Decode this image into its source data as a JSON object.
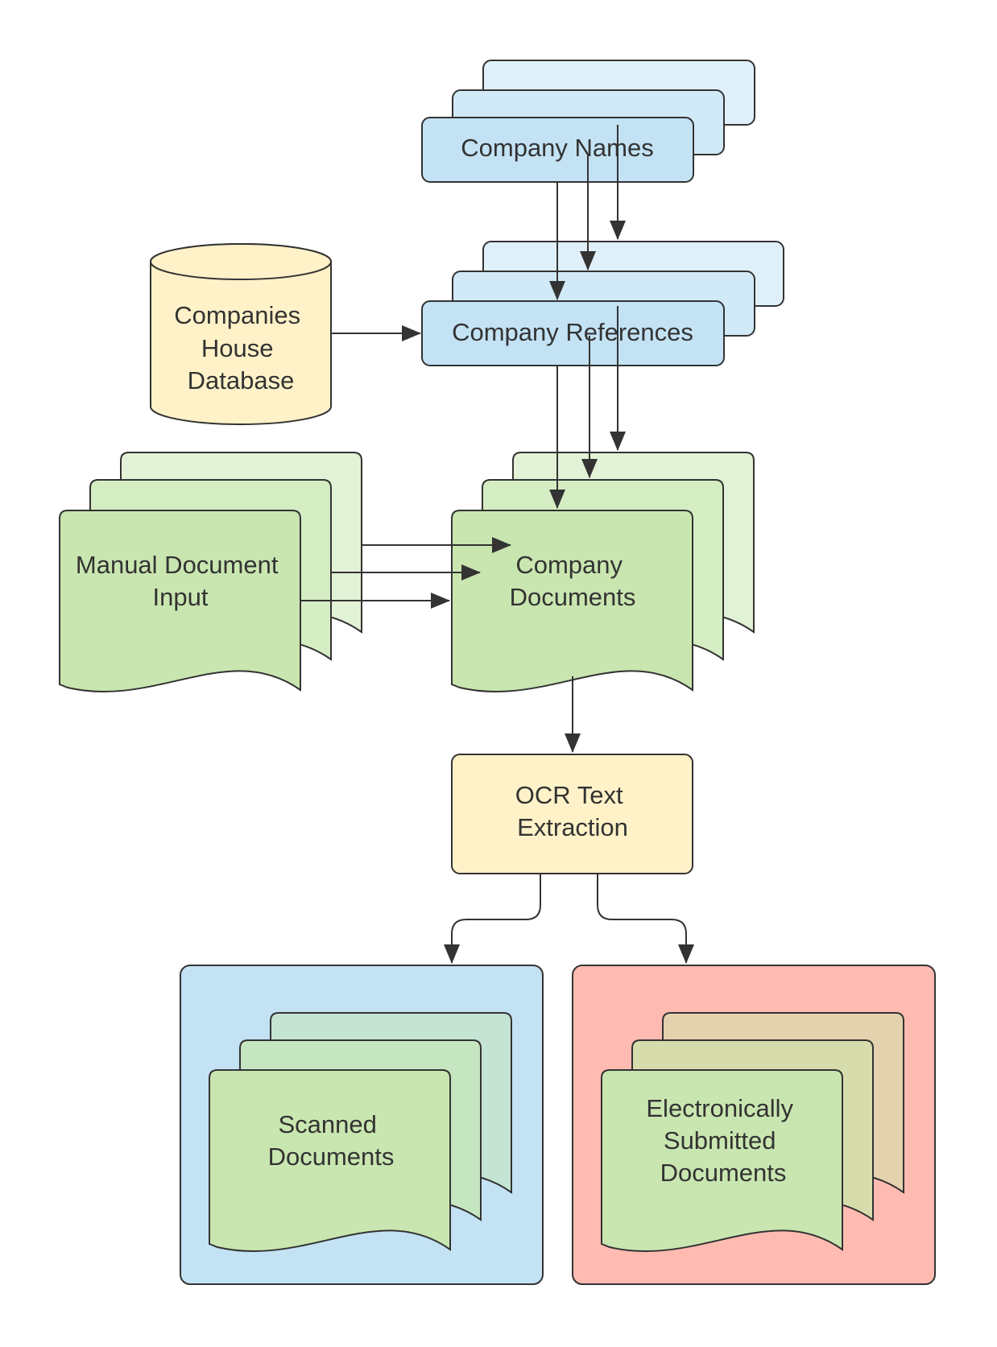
{
  "nodes": {
    "company_names": {
      "label": "Company Names",
      "color": "#c3e2f4",
      "stack_colors": [
        "#e0f0fa",
        "#d2e9f7",
        "#c3e2f4"
      ]
    },
    "company_references": {
      "label": "Company References",
      "color": "#c3e2f4",
      "stack_colors": [
        "#e0f0fa",
        "#d2e9f7",
        "#c3e2f4"
      ]
    },
    "companies_house_database": {
      "label_lines": [
        "Companies",
        "House",
        "Database"
      ],
      "color": "#fff2c8"
    },
    "manual_document_input": {
      "label_lines": [
        "Manual Document",
        "Input"
      ],
      "color": "#c9e6b0",
      "stack_colors": [
        "#e2f2d6",
        "#d5edc3",
        "#c9e6b0"
      ]
    },
    "company_documents": {
      "label_lines": [
        "Company",
        "Documents"
      ],
      "color": "#c9e6b0",
      "stack_colors": [
        "#e2f2d6",
        "#d5edc3",
        "#c9e6b0"
      ]
    },
    "ocr_text_extraction": {
      "label_lines": [
        "OCR Text",
        "Extraction"
      ],
      "color": "#fff2c8"
    },
    "scanned_container": {
      "color": "#c3e2f4"
    },
    "scanned_documents": {
      "label_lines": [
        "Scanned",
        "Documents"
      ],
      "stack_colors": [
        "#c5e4d3",
        "#c6e5c1",
        "#c9e6b0"
      ]
    },
    "electronic_container": {
      "color": "#ffbbb2"
    },
    "electronically_submitted_documents": {
      "label_lines": [
        "Electronically",
        "Submitted",
        "Documents"
      ],
      "stack_colors": [
        "#e4d1ad",
        "#d6dcac",
        "#c9e6b0"
      ]
    }
  },
  "colors": {
    "stroke": "#333333",
    "text": "#333333"
  },
  "edges": [
    {
      "from": "company_names",
      "to": "company_references"
    },
    {
      "from": "companies_house_database",
      "to": "company_references"
    },
    {
      "from": "company_references",
      "to": "company_documents"
    },
    {
      "from": "manual_document_input",
      "to": "company_documents"
    },
    {
      "from": "company_documents",
      "to": "ocr_text_extraction"
    },
    {
      "from": "ocr_text_extraction",
      "to": "scanned_documents"
    },
    {
      "from": "ocr_text_extraction",
      "to": "electronically_submitted_documents"
    }
  ]
}
